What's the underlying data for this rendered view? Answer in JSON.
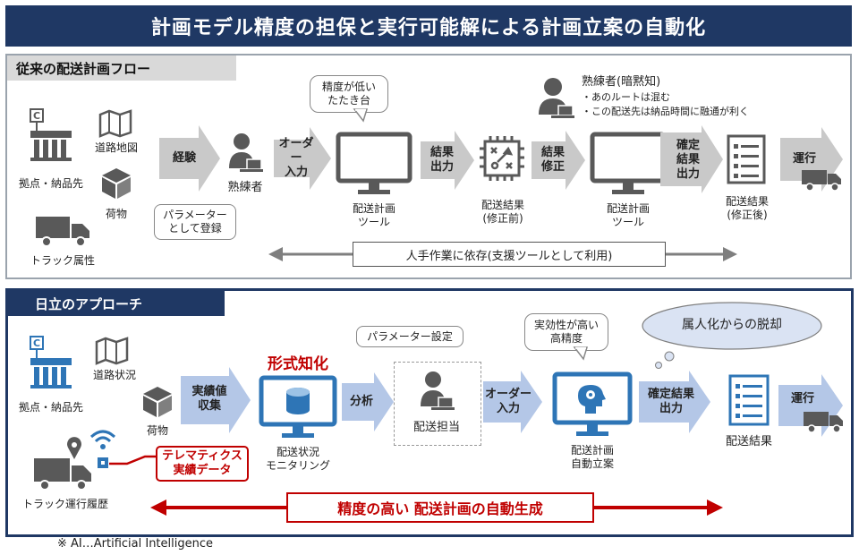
{
  "title": "計画モデル精度の担保と実行可能解による計画立案の自動化",
  "conventional": {
    "heading": "従来の配送計画フロー",
    "inputs": {
      "base": "拠点・納品先",
      "road_map": "道路地図",
      "cargo": "荷物",
      "truck": "トラック属性"
    },
    "arrow_experience": "経験",
    "param_bubble": [
      "パラメーター",
      "として登録"
    ],
    "expert": "熟練者",
    "arrow_order": [
      "オーダー",
      "入力"
    ],
    "low_accuracy_bubble": [
      "精度が低い",
      "たたき台"
    ],
    "tool1": [
      "配送計画",
      "ツール"
    ],
    "arrow_result": [
      "結果",
      "出力"
    ],
    "result_before": [
      "配送結果",
      "(修正前)"
    ],
    "arrow_fix": [
      "結果",
      "修正"
    ],
    "tool2": [
      "配送計画",
      "ツール"
    ],
    "expert_tacit": "熟練者(暗黙知)",
    "tacit_notes": [
      "・あのルートは混む",
      "・この配送先は納品時間に融通が利く"
    ],
    "arrow_confirm": [
      "確定",
      "結果",
      "出力"
    ],
    "result_after": [
      "配送結果",
      "(修正後)"
    ],
    "arrow_run": "運行",
    "dependency_band": "人手作業に依存(支援ツールとして利用)"
  },
  "hitachi": {
    "heading": "日立のアプローチ",
    "inputs": {
      "base": "拠点・納品先",
      "road": "道路状況",
      "cargo": "荷物",
      "truck": "トラック運行履歴"
    },
    "telematics": [
      "テレマティクス",
      "実績データ"
    ],
    "arrow_collect": [
      "実績値",
      "収集"
    ],
    "formalize": "形式知化",
    "monitor": [
      "配送状況",
      "モニタリング"
    ],
    "arrow_analyze": "分析",
    "param_setting": "パラメーター設定",
    "planner": "配送担当",
    "arrow_order": [
      "オーダー",
      "入力"
    ],
    "effective_bubble": [
      "実効性が高い",
      "高精度"
    ],
    "auto_plan": [
      "配送計画",
      "自動立案"
    ],
    "cloud": "属人化からの脱却",
    "arrow_confirm": [
      "確定結果",
      "出力"
    ],
    "result": "配送結果",
    "arrow_run": "運行",
    "auto_band": "精度の高い 配送計画の自動生成"
  },
  "footnote": "※ AI…Artificial Intelligence",
  "colors": {
    "navy": "#1f3864",
    "gray_arrow": "#c9c9c9",
    "blue_arrow": "#b4c7e7",
    "icon_blue": "#2e75b6",
    "red": "#c00000",
    "icon_gray": "#595959"
  }
}
